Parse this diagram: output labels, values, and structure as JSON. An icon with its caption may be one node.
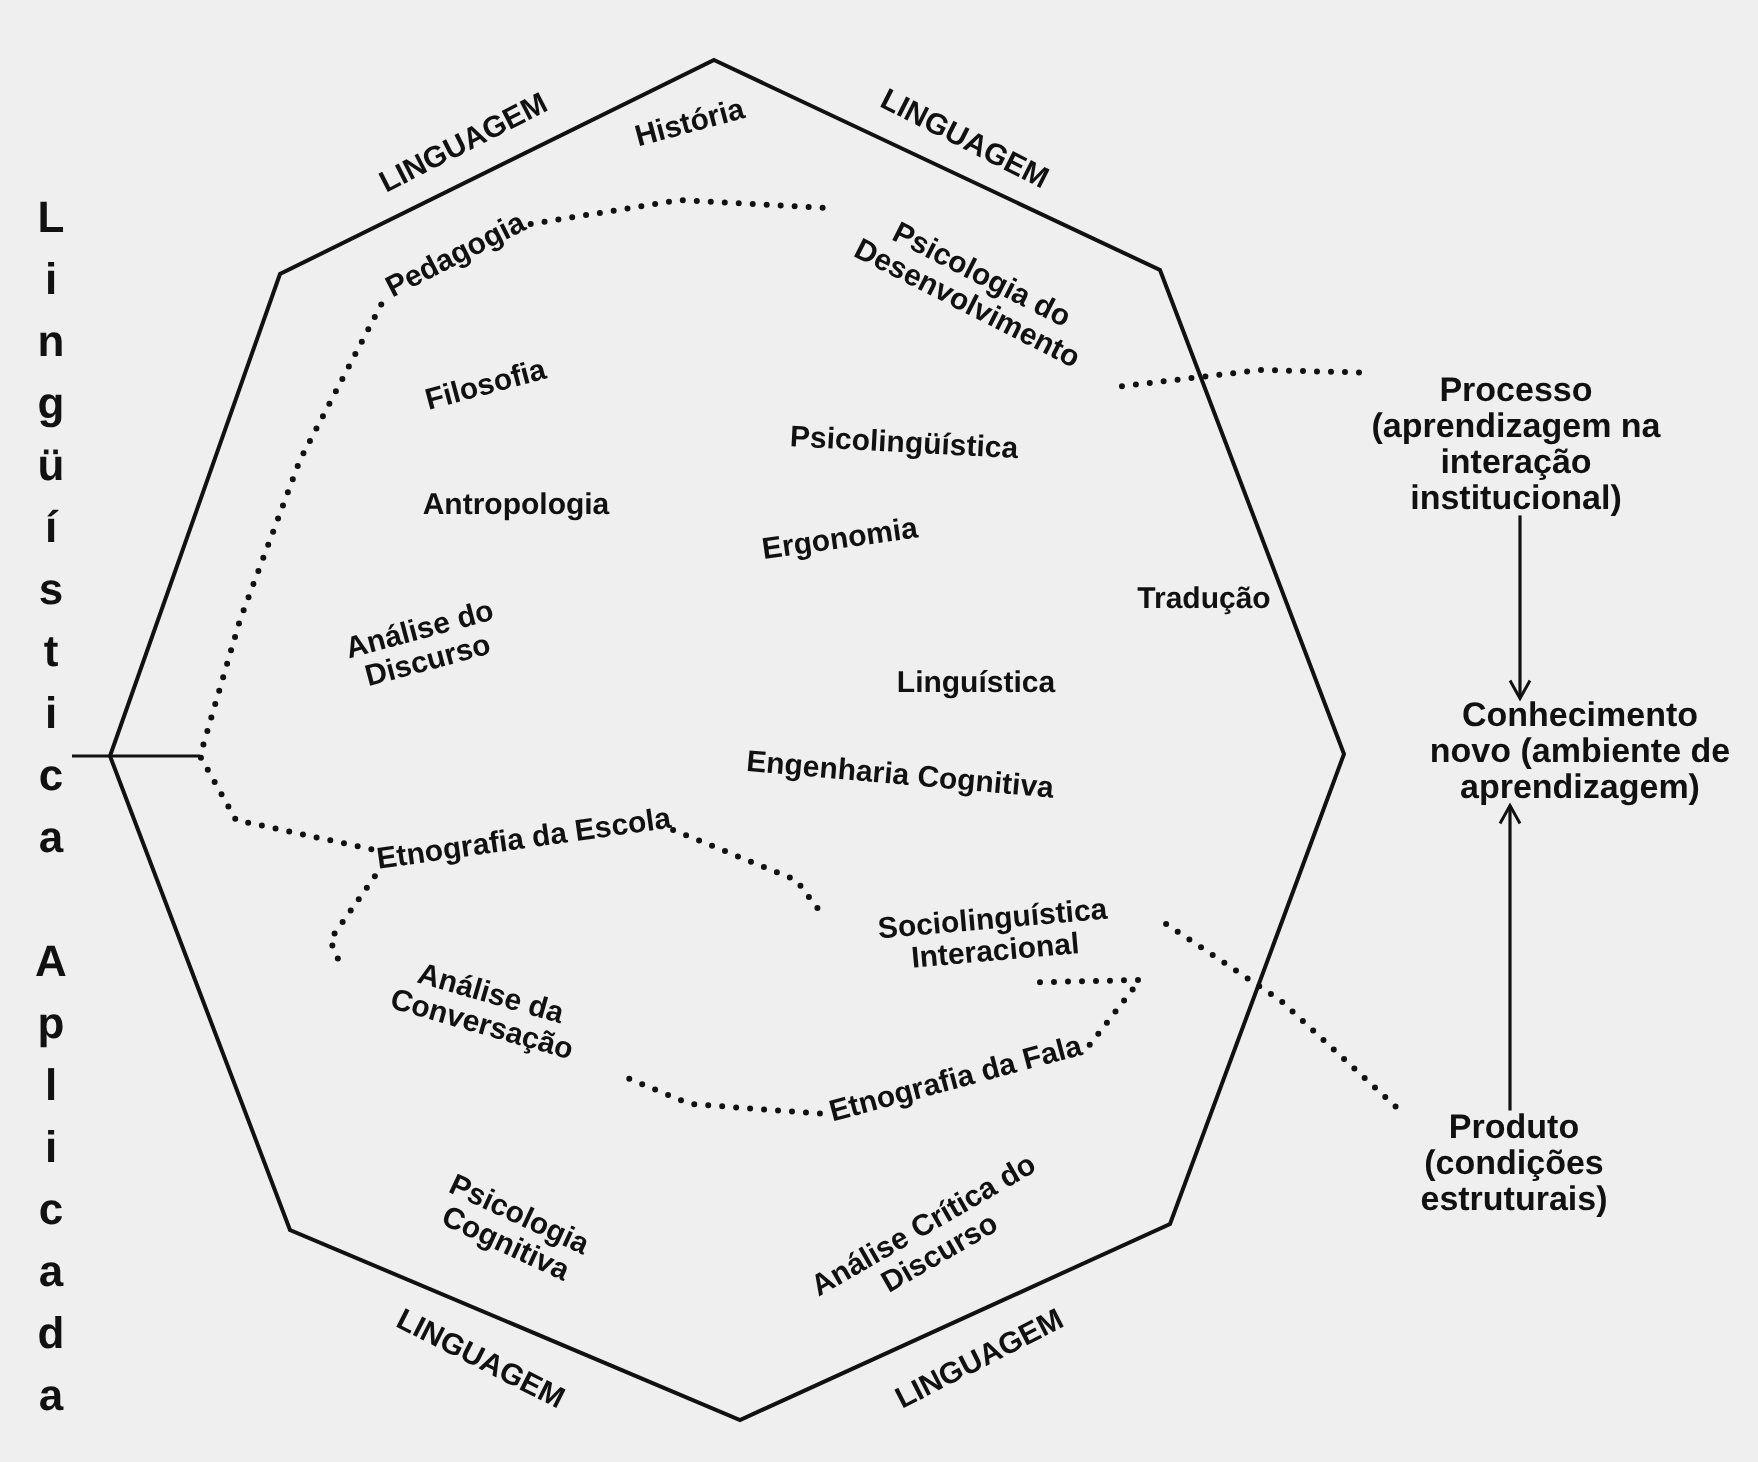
{
  "diagram": {
    "nodes": [
      {
        "text": [],
        "shape": "octagon"
      },
      {
        "text": [
          "Lingüística Aplicada"
        ]
      },
      {
        "text": [
          "Pedagogia"
        ],
        "in": 0
      },
      {
        "text": [
          "Psicologia do Desenvolvimento"
        ],
        "in": 0
      },
      {
        "text": [
          "Etnografia da Escola"
        ],
        "in": 0
      },
      {
        "text": [
          "Análise da Conversação"
        ],
        "in": 0
      },
      {
        "text": [
          "Sociolinguística Interacional"
        ],
        "in": 0
      },
      {
        "text": [
          "Etnografia da Fala"
        ],
        "in": 0
      },
      {
        "text": [
          "Processo (aprendizagem na interação institucional)"
        ]
      },
      {
        "text": [
          "Conhecimento novo (ambiente de aprendizagem)"
        ]
      },
      {
        "text": [
          "Produto (condições estruturais)"
        ]
      }
    ],
    "edges": [
      {
        "from": 1,
        "to": null,
        "arrow": "none"
      },
      {
        "from": 2,
        "to": 3,
        "arrow": "none",
        "style": "dashed"
      },
      {
        "from": 3,
        "to": 8,
        "arrow": "none",
        "style": "dashed"
      },
      {
        "from": 2,
        "to": 4,
        "arrow": "none",
        "style": "dashed"
      },
      {
        "from": 4,
        "to": 5,
        "arrow": "none",
        "style": "dashed"
      },
      {
        "from": 5,
        "to": 7,
        "arrow": "none",
        "style": "dashed"
      },
      {
        "from": 4,
        "to": 6,
        "arrow": "none",
        "style": "dashed"
      },
      {
        "from": 6,
        "to": 7,
        "arrow": "none",
        "style": "dashed"
      },
      {
        "from": 6,
        "to": 10,
        "arrow": "none",
        "style": "dashed"
      },
      {
        "from": 8,
        "to": 9,
        "arrow": "to"
      },
      {
        "from": 10,
        "to": 9,
        "arrow": "to"
      }
    ],
    "labels": [
      "LINGUAGEM",
      "História",
      "LINGUAGEM",
      "Filosofia",
      "Psicolingüística",
      "Antropologia",
      "Ergonomia",
      "Tradução",
      "Análise do Discurso",
      "Linguística",
      "Engenharia Cognitiva",
      "Psicologia Cognitiva",
      "Análise Crítica do Discurso",
      "LINGUAGEM",
      "LINGUAGEM"
    ]
  }
}
